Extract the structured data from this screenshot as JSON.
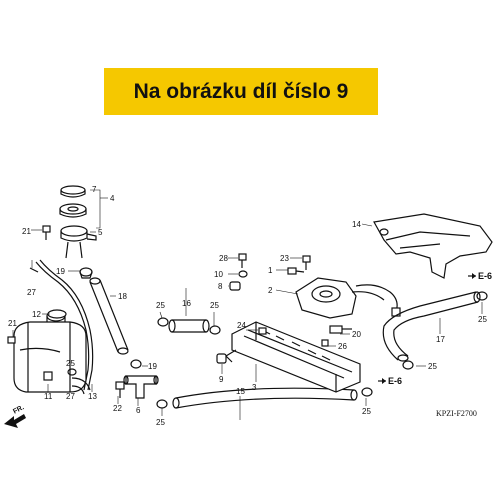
{
  "banner": {
    "text": "Na obrázku díl číslo 9",
    "color": "#f5c800"
  },
  "diagram_code": "KPZI-F2700",
  "direction_label": "FR.",
  "ref_labels": [
    "E-6",
    "E-6"
  ],
  "part_numbers": {
    "p1": "1",
    "p2": "2",
    "p3": "3",
    "p4": "4",
    "p5": "5",
    "p6": "6",
    "p7": "7",
    "p8": "8",
    "p9": "9",
    "p10": "10",
    "p11": "11",
    "p12": "12",
    "p13": "13",
    "p14": "14",
    "p15": "15",
    "p16": "16",
    "p17": "17",
    "p18": "18",
    "p19a": "19",
    "p19b": "19",
    "p20": "20",
    "p21a": "21",
    "p21b": "21",
    "p22": "22",
    "p23": "23",
    "p24": "24",
    "p25a": "25",
    "p25b": "25",
    "p25c": "25",
    "p25d": "25",
    "p25e": "25",
    "p25f": "25",
    "p25g": "25",
    "p26": "26",
    "p27a": "27",
    "p27b": "27",
    "p28": "28"
  }
}
